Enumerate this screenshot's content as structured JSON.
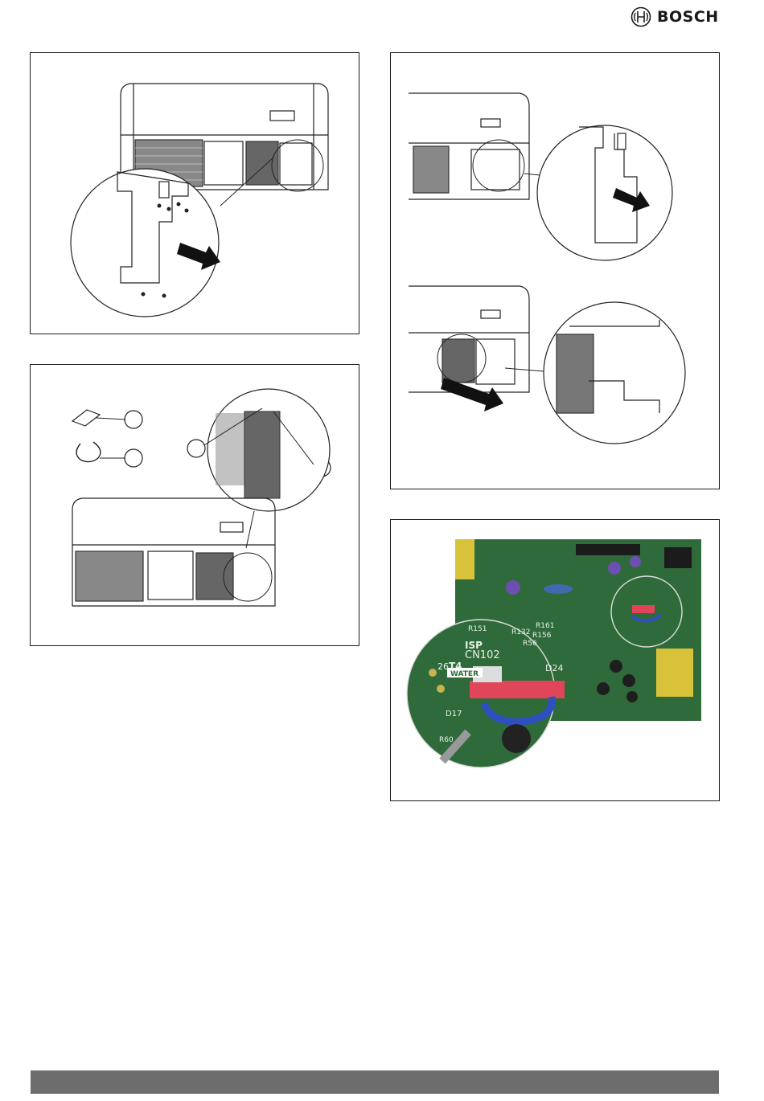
{
  "header": {
    "brand": "BOSCH",
    "brand_color": "#1a1a1a",
    "logo_icon": "bosch-armature-icon"
  },
  "figures": [
    {
      "id": "fig-top-left",
      "depicts": "unit-with-bracket-removal-arrow"
    },
    {
      "id": "fig-top-right",
      "depicts": "bracket-removal-and-insertion-two-steps"
    },
    {
      "id": "fig-middle-left",
      "depicts": "accessory-parts-and-bracket-detail"
    },
    {
      "id": "fig-bottom-right",
      "depicts": "circuit-board-connector-photo"
    }
  ],
  "pcb_labels": {
    "isp": "ISP",
    "cn102": "CN102",
    "t4": "T4",
    "water": "WATER",
    "r151": "R151",
    "r161": "R161",
    "r156": "R156",
    "r132": "R132",
    "r56": "R56",
    "r60": "R60",
    "d24": "D24",
    "d17": "D17",
    "n26": "26"
  },
  "colors": {
    "frame": "#1a1a1a",
    "footer_bar": "#6d6d6d",
    "pcb_green": "#2f6b3a",
    "connector_red": "#e0455a",
    "wire_blue": "#2f4fc0",
    "capacitor_yellow": "#d8c23a"
  }
}
